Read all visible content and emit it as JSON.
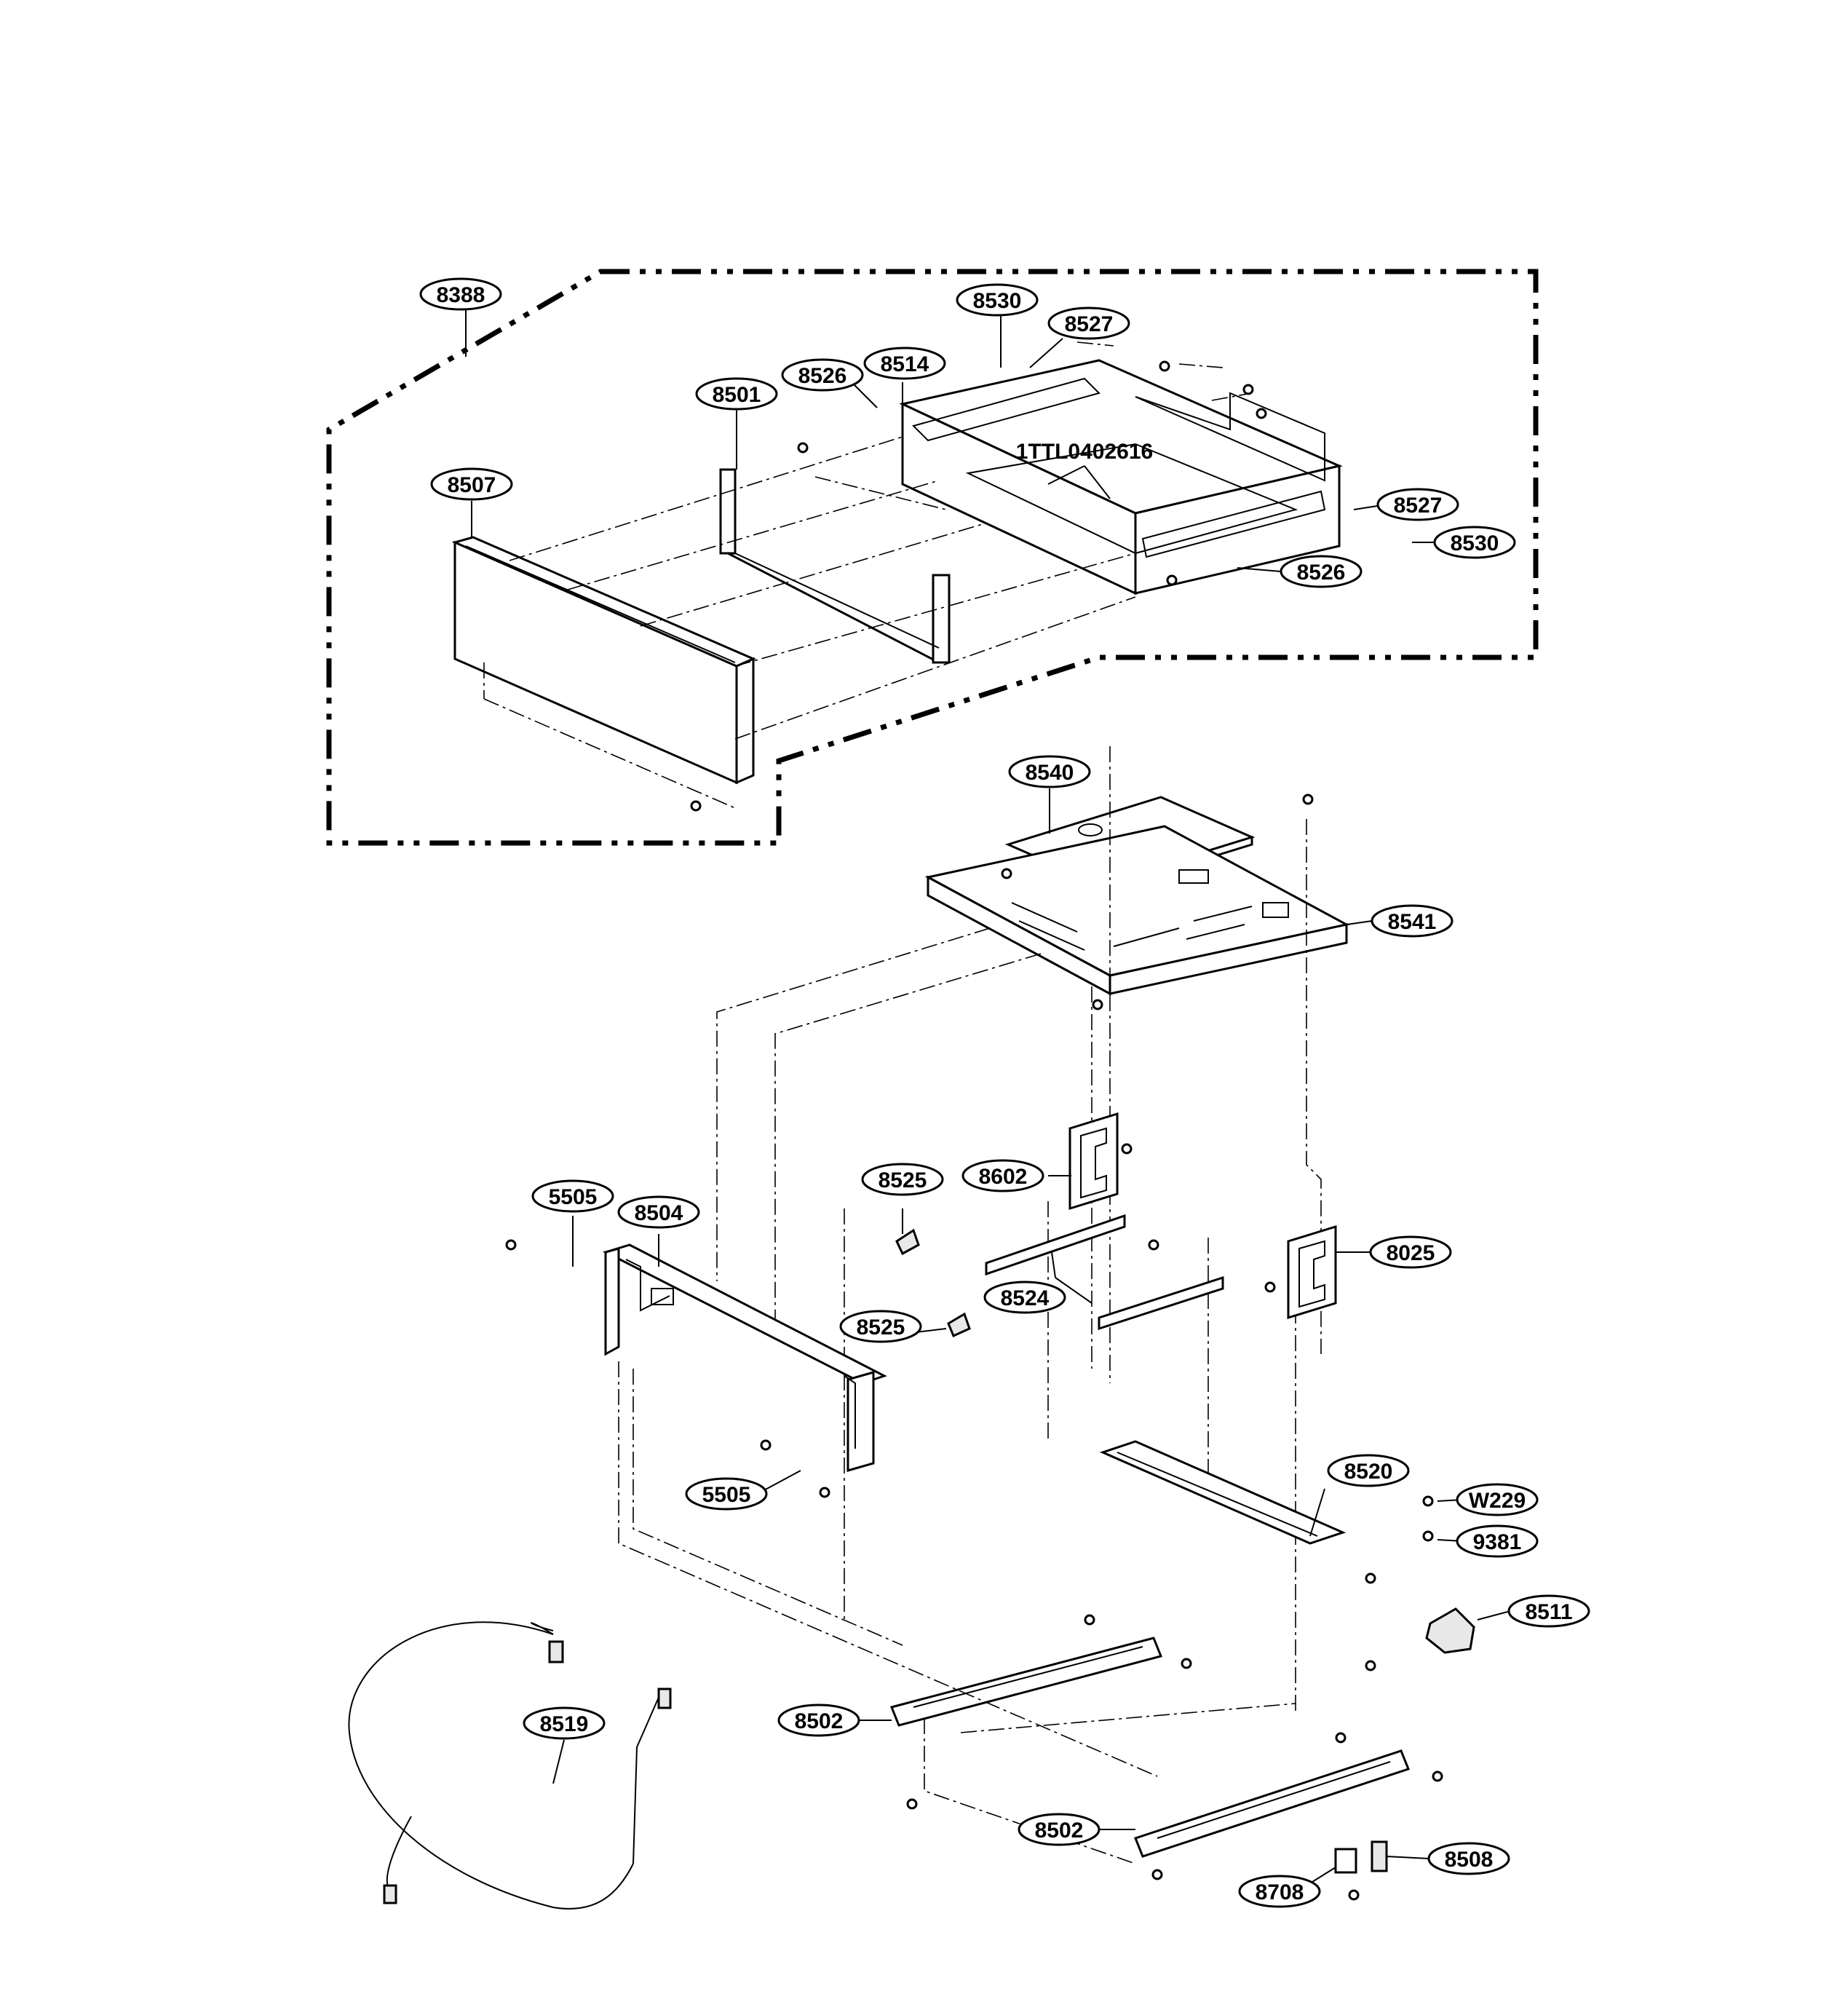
{
  "callouts": [
    {
      "id": "8388",
      "text": "8388"
    },
    {
      "id": "8530a",
      "text": "8530"
    },
    {
      "id": "8527a",
      "text": "8527"
    },
    {
      "id": "8526a",
      "text": "8526"
    },
    {
      "id": "8514",
      "text": "8514"
    },
    {
      "id": "8501",
      "text": "8501"
    },
    {
      "id": "8507",
      "text": "8507"
    },
    {
      "id": "1ttl",
      "text": "1TTL0402616"
    },
    {
      "id": "8527b",
      "text": "8527"
    },
    {
      "id": "8530b",
      "text": "8530"
    },
    {
      "id": "8526b",
      "text": "8526"
    },
    {
      "id": "8540",
      "text": "8540"
    },
    {
      "id": "8541",
      "text": "8541"
    },
    {
      "id": "8525a",
      "text": "8525"
    },
    {
      "id": "8602",
      "text": "8602"
    },
    {
      "id": "5505a",
      "text": "5505"
    },
    {
      "id": "8504",
      "text": "8504"
    },
    {
      "id": "8025",
      "text": "8025"
    },
    {
      "id": "8524",
      "text": "8524"
    },
    {
      "id": "8525b",
      "text": "8525"
    },
    {
      "id": "5505b",
      "text": "5505"
    },
    {
      "id": "8520",
      "text": "8520"
    },
    {
      "id": "w229",
      "text": "W229"
    },
    {
      "id": "9381",
      "text": "9381"
    },
    {
      "id": "8511",
      "text": "8511"
    },
    {
      "id": "8519",
      "text": "8519"
    },
    {
      "id": "8502a",
      "text": "8502"
    },
    {
      "id": "8502b",
      "text": "8502"
    },
    {
      "id": "8508",
      "text": "8508"
    },
    {
      "id": "8708",
      "text": "8708"
    }
  ]
}
